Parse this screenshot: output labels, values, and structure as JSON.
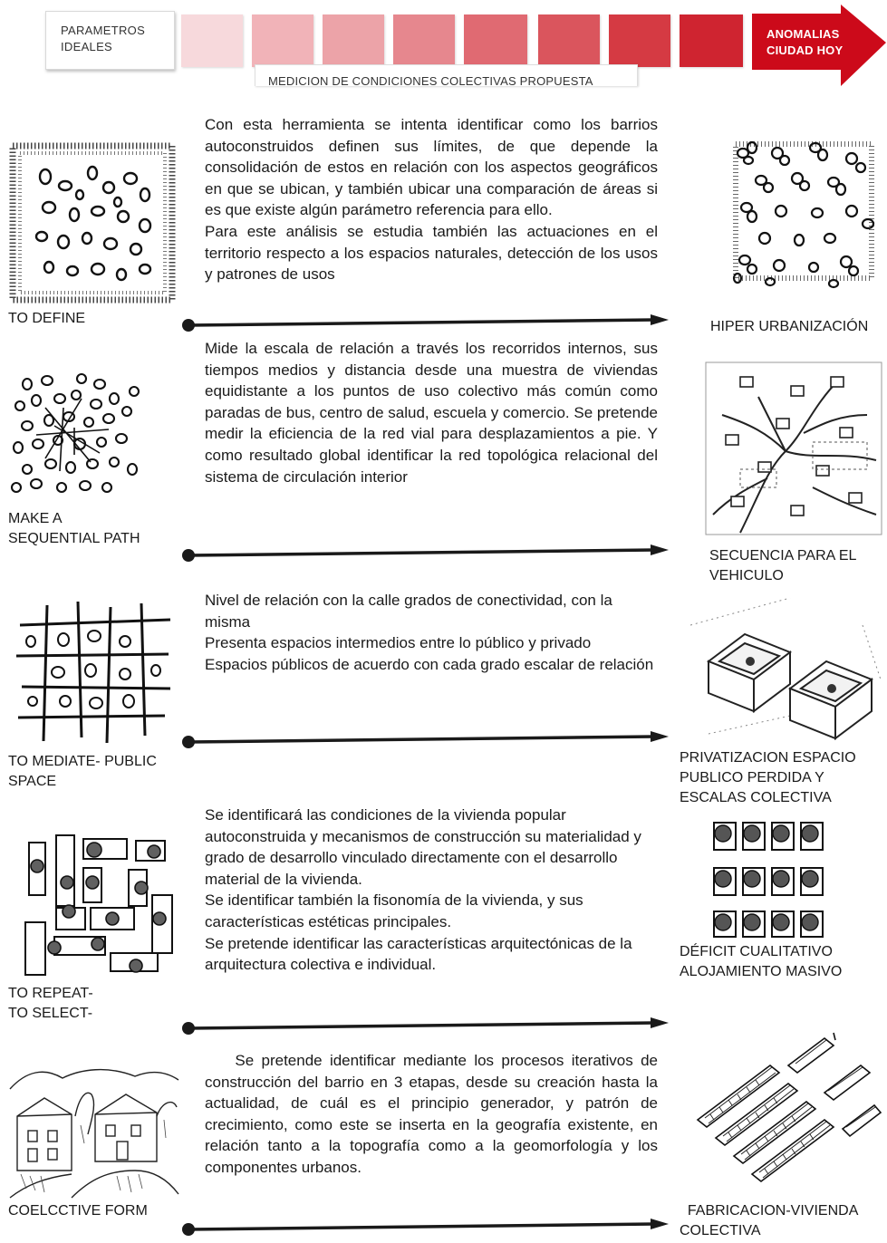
{
  "header": {
    "ideal_label": "PARAMETROS\nIDEALES",
    "measurement_label": "MEDICION DE CONDICIONES COLECTIVAS PROPUESTA",
    "anomaly_label": "ANOMALIAS\nCIUDAD HOY",
    "scale_colors": [
      "#f7d9dc",
      "#f1b3b8",
      "#eca3a8",
      "#e6878e",
      "#e06a72",
      "#da555d",
      "#d53a43",
      "#cf2430",
      "#cc0a1a"
    ]
  },
  "sections": [
    {
      "left_label": "TO DEFINE",
      "left_image": "dotted-boundary-cluster-sketch",
      "paragraphs": [
        "Con esta herramienta se intenta identificar como los barrios autoconstruidos definen sus límites, de que depende la consolidación de estos en relación con los aspectos geográficos en que se ubican, y también ubicar una comparación de áreas si es que existe algún parámetro referencia para ello.",
        "Para este análisis se estudia también las actuaciones en el territorio respecto a los espacios naturales, detección de los usos y patrones de usos"
      ],
      "right_label": "HIPER URBANIZACIÓN",
      "right_image": "dense-cluster-sketch"
    },
    {
      "left_label": "MAKE A\nSEQUENTIAL PATH",
      "left_image": "scattered-path-sketch",
      "paragraphs": [
        "Mide la escala de relación a través los recorridos internos, sus tiempos medios y distancia desde una muestra de viviendas equidistante a los puntos de uso colectivo más común como paradas de bus, centro de salud, escuela y comercio. Se pretende medir la eficiencia de la red vial para desplazamientos a pie. Y como resultado global identificar la red topológica relacional del sistema de circulación interior"
      ],
      "right_label": "SECUENCIA PARA EL\n VEHICULO",
      "right_image": "vehicle-road-network-sketch"
    },
    {
      "left_label": "TO MEDIATE- PUBLIC\nSPACE",
      "left_image": "grid-public-space-sketch",
      "paragraphs": [
        "Nivel de relación con la calle grados de conectividad, con la misma",
        "Presenta espacios intermedios entre lo público y privado",
        "Espacios públicos de acuerdo con cada grado escalar de relación"
      ],
      "right_label": " PRIVATIZACION ESPACIO\nPUBLICO PERDIDA Y\nESCALAS COLECTIVA",
      "right_image": "enclosed-courtyard-blocks-sketch"
    },
    {
      "left_label": "TO REPEAT-\nTO SELECT-",
      "left_image": "repeated-house-units-sketch",
      "paragraphs": [
        "Se identificará las condiciones de la vivienda popular autoconstruida y mecanismos de construcción su materialidad y grado de desarrollo vinculado directamente con el desarrollo material de la vivienda.",
        "Se identificar también la fisonomía de la vivienda, y sus características estéticas principales.",
        "Se pretende identificar las características arquitectónicas de la arquitectura colectiva e individual."
      ],
      "right_label": "DÉFICIT CUALITATIVO\nALOJAMIENTO MASIVO",
      "right_image": "uniform-housing-grid-sketch"
    },
    {
      "left_label": "COELCCTIVE FORM",
      "left_image": "hillside-village-drawing",
      "paragraphs": [
        "    Se pretende identificar mediante los procesos iterativos de construcción del barrio en 3 etapas, desde su creación hasta la actualidad, de cuál es el principio generador, y patrón de crecimiento, como este se inserta en la geografía existente, en relación tanto a la topografía como a la geomorfología y los componentes urbanos."
      ],
      "right_label": "  FABRICACION-VIVIENDA\nCOLECTIVA",
      "right_image": "mass-housing-isometric-sketch"
    }
  ]
}
